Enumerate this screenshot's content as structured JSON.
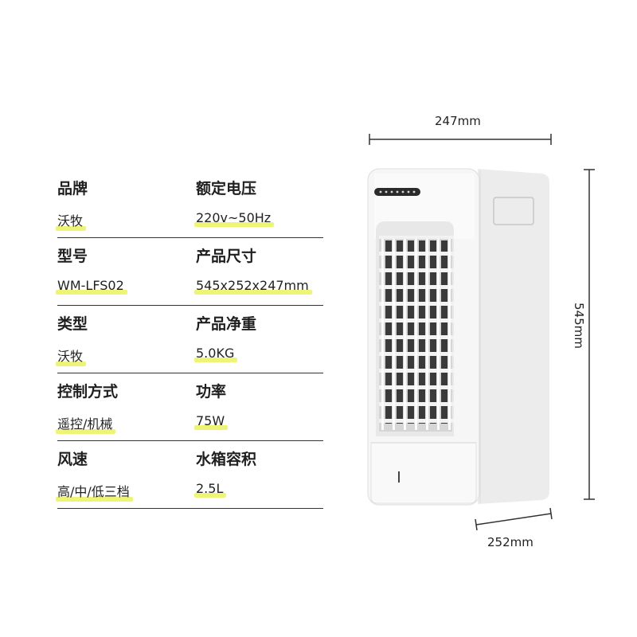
{
  "specs": [
    {
      "label_left": "品牌",
      "value_left": "沃牧",
      "label_right": "额定电压",
      "value_right": "220v~50Hz"
    },
    {
      "label_left": "型号",
      "value_left": "WM-LFS02",
      "label_right": "产品尺寸",
      "value_right": "545x252x247mm"
    },
    {
      "label_left": "类型",
      "value_left": "沃牧",
      "label_right": "产品净重",
      "value_right": "5.0KG"
    },
    {
      "label_left": "控制方式",
      "value_left": "遥控/机械",
      "label_right": "功率",
      "value_right": "75W"
    },
    {
      "label_left": "风速",
      "value_left": "高/中/低三档",
      "label_right": "水箱容积",
      "value_right": "2.5L"
    }
  ],
  "dimensions": {
    "width": "247mm",
    "height": "545mm",
    "depth": "252mm"
  },
  "colors": {
    "highlight": "#eef576",
    "line": "#333333"
  }
}
